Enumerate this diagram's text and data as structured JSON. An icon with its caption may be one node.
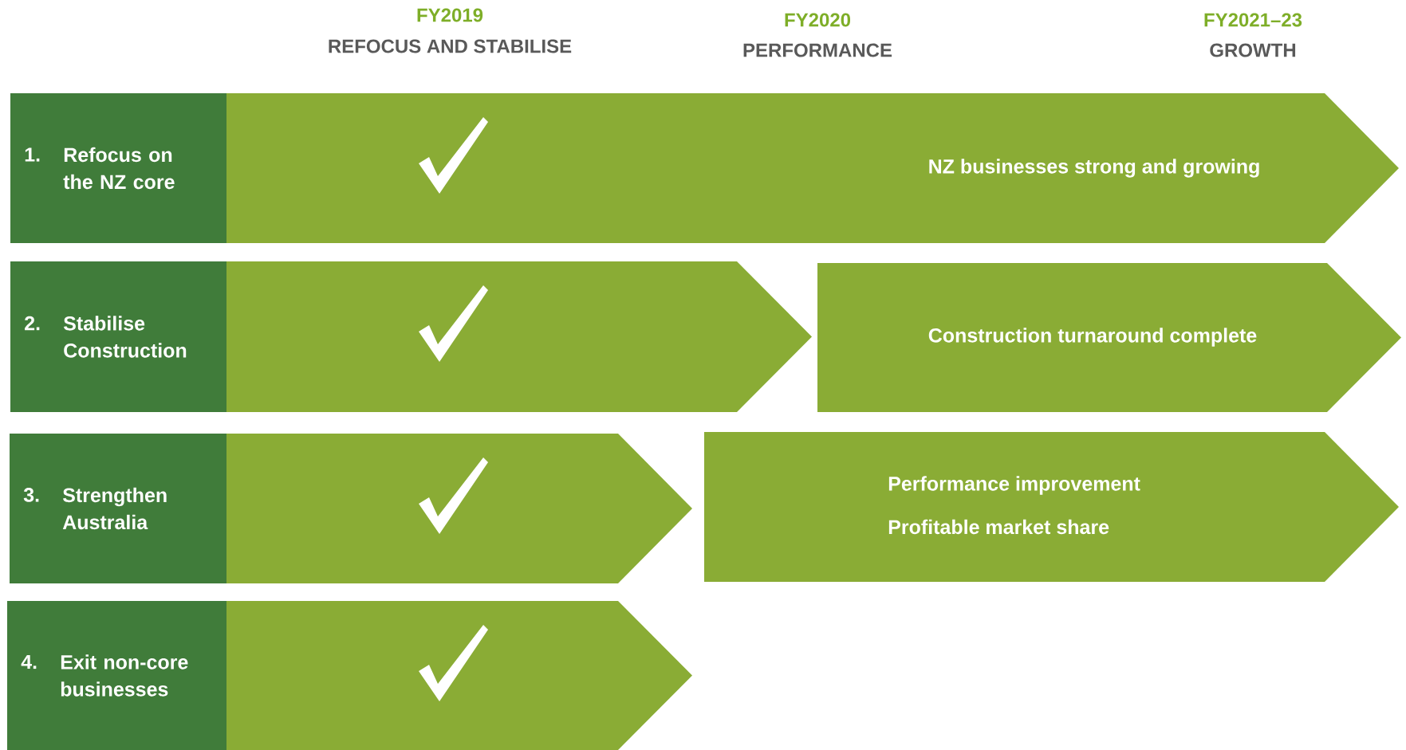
{
  "diagram": {
    "nodes": [
      {
        "text": [
          "1.",
          "Refocus on the NZ core"
        ]
      },
      {
        "text": [
          "NZ businesses strong and growing"
        ]
      },
      {
        "text": [
          "2.",
          "Stabilise Construction"
        ]
      },
      {
        "text": [],
        "shape": "arrow"
      },
      {
        "text": [
          "Construction turnaround complete"
        ]
      },
      {
        "text": [
          "3.",
          "Strengthen Australia"
        ]
      },
      {
        "text": [],
        "shape": "arrow"
      },
      {
        "text": [
          "Performance improvement",
          "Profitable market share"
        ]
      },
      {
        "text": [
          "4.",
          "Exit non-core businesses"
        ]
      },
      {
        "text": [],
        "shape": "arrow"
      }
    ],
    "labels": [
      "FY2019",
      "REFOCUS AND STABILISE",
      "FY2020",
      "PERFORMANCE",
      "FY2021–23",
      "GROWTH"
    ]
  }
}
